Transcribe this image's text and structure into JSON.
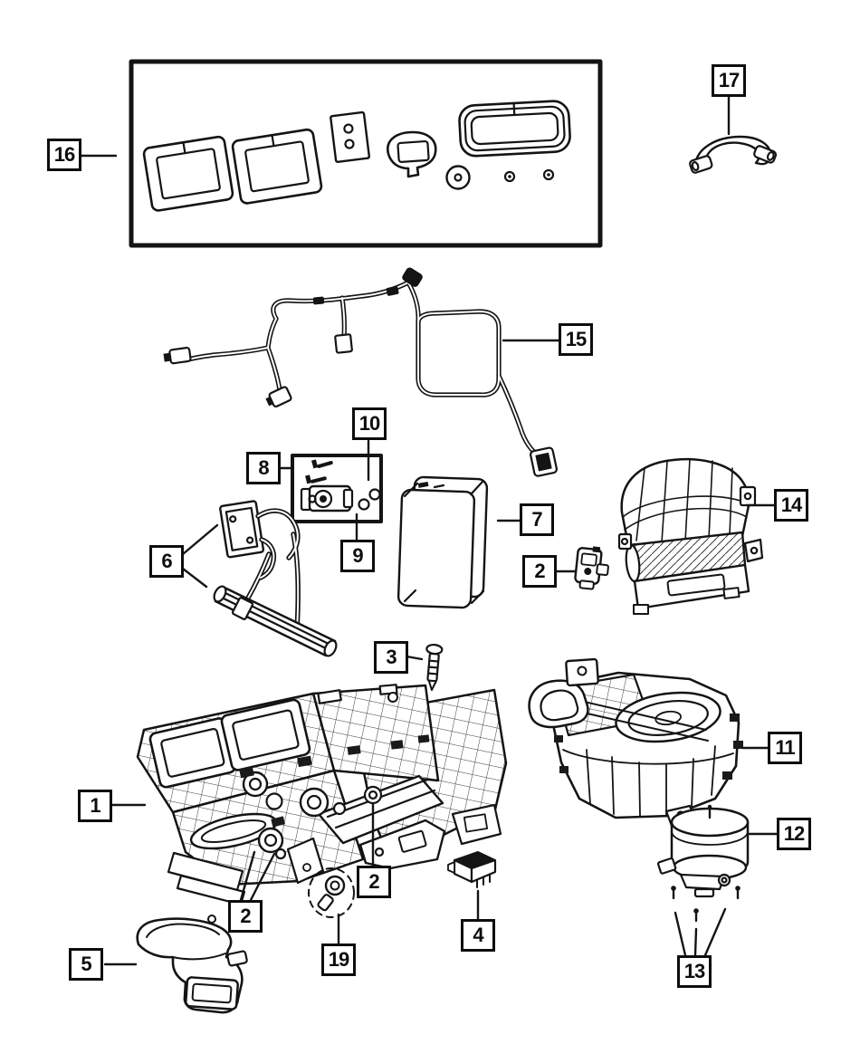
{
  "style": {
    "background": "#ffffff",
    "line_color": "#141414",
    "callout_border": "#0d0d0d",
    "callout_text": "#0d0d0d"
  },
  "diagram_type": "exploded-parts-diagram-hvac-unit",
  "callouts": [
    {
      "id": "c16",
      "label": "16"
    },
    {
      "id": "c17",
      "label": "17"
    },
    {
      "id": "c15",
      "label": "15"
    },
    {
      "id": "c10",
      "label": "10"
    },
    {
      "id": "c8",
      "label": "8"
    },
    {
      "id": "c9",
      "label": "9"
    },
    {
      "id": "c6",
      "label": "6"
    },
    {
      "id": "c7",
      "label": "7"
    },
    {
      "id": "c2a",
      "label": "2"
    },
    {
      "id": "c14",
      "label": "14"
    },
    {
      "id": "c3",
      "label": "3"
    },
    {
      "id": "c1",
      "label": "1"
    },
    {
      "id": "c2b",
      "label": "2"
    },
    {
      "id": "c2c",
      "label": "2"
    },
    {
      "id": "c4",
      "label": "4"
    },
    {
      "id": "c19",
      "label": "19"
    },
    {
      "id": "c5",
      "label": "5"
    },
    {
      "id": "c11",
      "label": "11"
    },
    {
      "id": "c12",
      "label": "12"
    },
    {
      "id": "c13",
      "label": "13"
    }
  ]
}
